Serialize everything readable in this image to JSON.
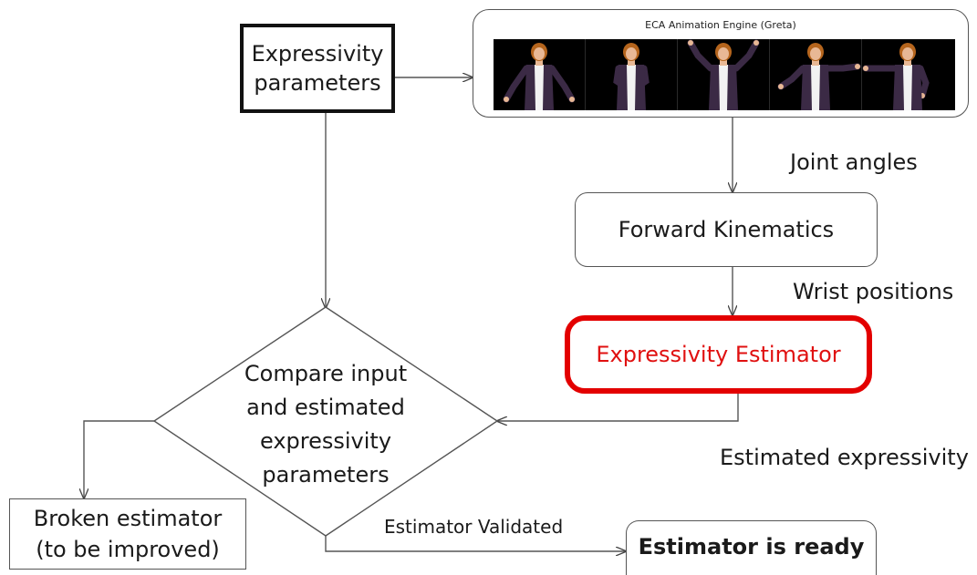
{
  "nodes": {
    "expressivity_parameters": "Expressivity\nparameters",
    "eca_engine_title": "ECA Animation Engine (Greta)",
    "forward_kinematics": "Forward Kinematics",
    "expressivity_estimator": "Expressivity Estimator",
    "compare": "Compare input\nand estimated\nexpressivity\nparameters",
    "broken_estimator": "Broken  estimator\n(to be improved)",
    "estimator_ready": "Estimator is ready"
  },
  "edge_labels": {
    "joint_angles": "Joint angles",
    "wrist_positions": "Wrist positions",
    "estimated_expressivity": "Estimated expressivity",
    "estimator_validated": "Estimator Validated"
  },
  "animation_frames": [
    {
      "pose": "arms-down-out"
    },
    {
      "pose": "hands-together"
    },
    {
      "pose": "arms-raised"
    },
    {
      "pose": "arm-right-extended"
    },
    {
      "pose": "arm-left-extended"
    }
  ],
  "colors": {
    "estimator_border": "#e30000",
    "estimator_text": "#e01010",
    "frame_background": "#000000",
    "jacket": "#3b2a45",
    "hair": "#b5651d",
    "skin": "#e8b895"
  }
}
